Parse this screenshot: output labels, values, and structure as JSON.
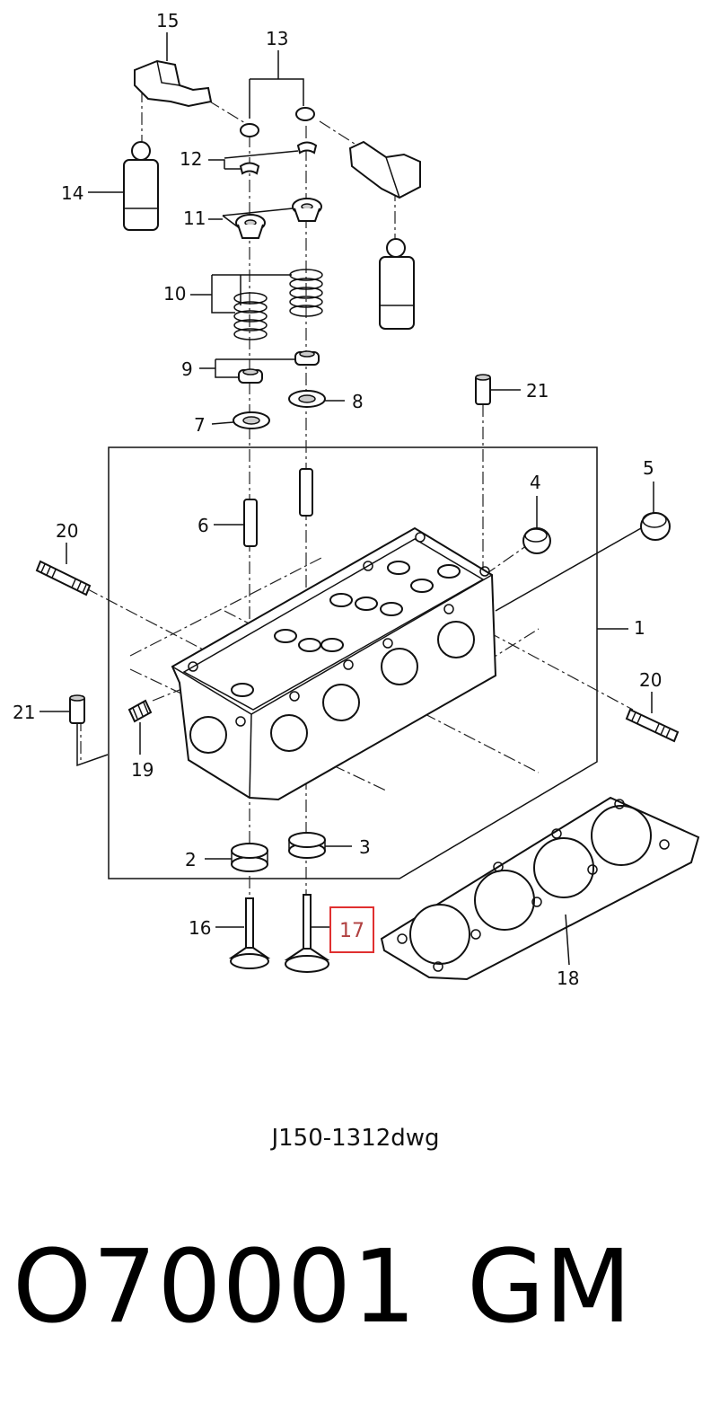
{
  "callouts": {
    "c1": "1",
    "c2": "2",
    "c3": "3",
    "c4": "4",
    "c5": "5",
    "c6": "6",
    "c7": "7",
    "c8": "8",
    "c9": "9",
    "c10": "10",
    "c11": "11",
    "c12": "12",
    "c13": "13",
    "c14": "14",
    "c15": "15",
    "c16": "16",
    "c17": "17",
    "c18": "18",
    "c19": "19",
    "c20a": "20",
    "c20b": "20",
    "c21a": "21",
    "c21b": "21"
  },
  "drawing_id": "J150-1312dwg",
  "footer": {
    "part_code": "O70001",
    "brand": "GM"
  },
  "highlight_color": "#e03030"
}
